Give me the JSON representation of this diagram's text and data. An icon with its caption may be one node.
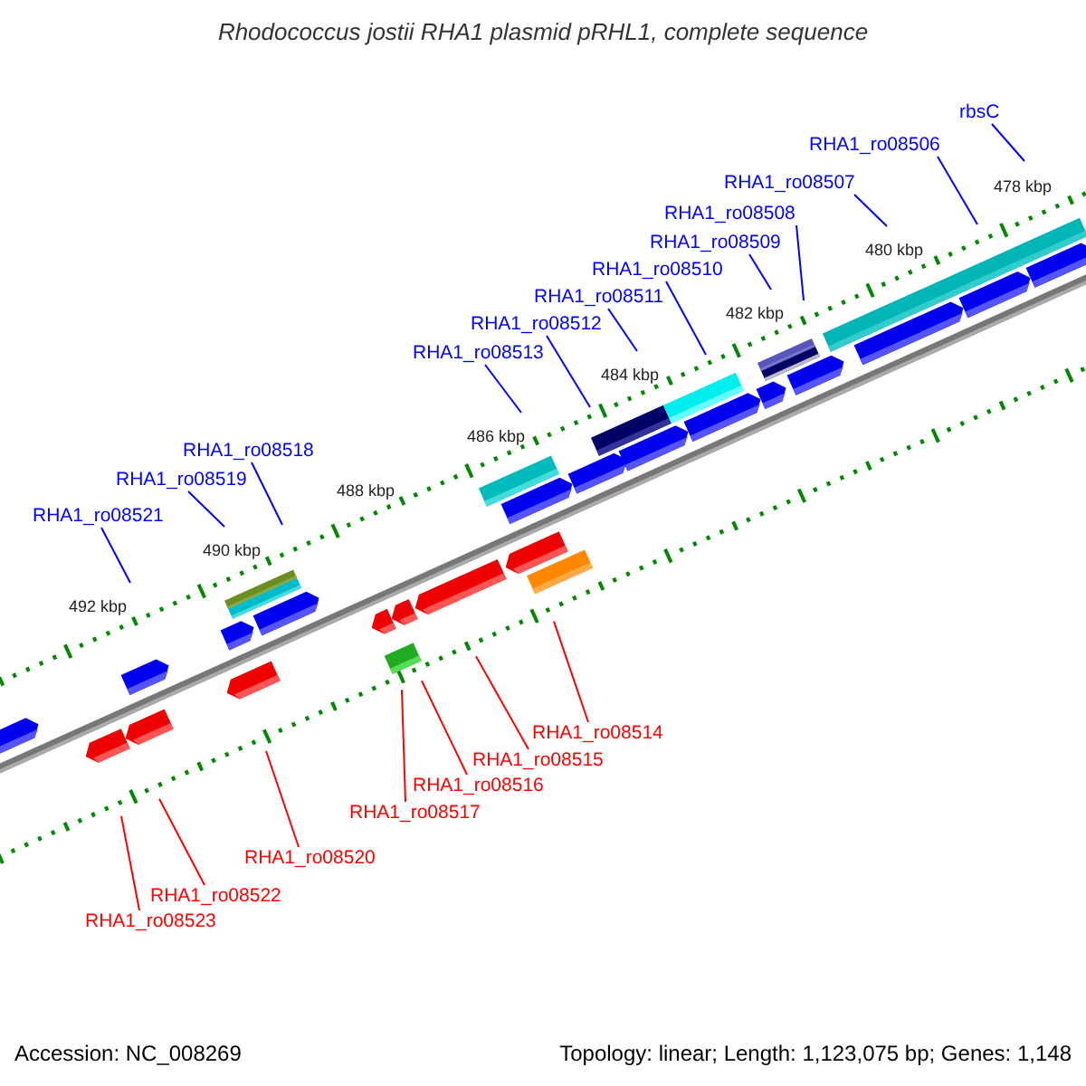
{
  "diagram": {
    "title": "Rhodococcus jostii RHA1 plasmid pRHL1, complete sequence",
    "nodes": [
      {
        "text": [
          "rbsC"
        ]
      },
      {
        "text": [
          "RHA1_ro08506"
        ]
      },
      {
        "text": [
          "RHA1_ro08507"
        ]
      },
      {
        "text": [
          "RHA1_ro08508"
        ]
      },
      {
        "text": [
          "RHA1_ro08509"
        ]
      },
      {
        "text": [
          "RHA1_ro08510"
        ]
      },
      {
        "text": [
          "RHA1_ro08511"
        ]
      },
      {
        "text": [
          "RHA1_ro08512"
        ]
      },
      {
        "text": [
          "RHA1_ro08513"
        ]
      },
      {
        "text": [
          "RHA1_ro08518"
        ]
      },
      {
        "text": [
          "RHA1_ro08519"
        ]
      },
      {
        "text": [
          "RHA1_ro08521"
        ]
      },
      {
        "text": [
          "RHA1_ro08514"
        ]
      },
      {
        "text": [
          "RHA1_ro08515"
        ]
      },
      {
        "text": [
          "RHA1_ro08516"
        ]
      },
      {
        "text": [
          "RHA1_ro08517"
        ]
      },
      {
        "text": [
          "RHA1_ro08520"
        ]
      },
      {
        "text": [
          "RHA1_ro08522"
        ]
      },
      {
        "text": [
          "RHA1_ro08523"
        ]
      }
    ],
    "edges": [
      {
        "from": 0,
        "to": null,
        "arrow": "none"
      },
      {
        "from": 1,
        "to": null,
        "arrow": "none"
      },
      {
        "from": 2,
        "to": null,
        "arrow": "none"
      },
      {
        "from": 3,
        "to": null,
        "arrow": "none"
      },
      {
        "from": 4,
        "to": null,
        "arrow": "none"
      },
      {
        "from": 5,
        "to": null,
        "arrow": "none"
      },
      {
        "from": 6,
        "to": null,
        "arrow": "none"
      },
      {
        "from": 7,
        "to": null,
        "arrow": "none"
      },
      {
        "from": 8,
        "to": null,
        "arrow": "none"
      },
      {
        "from": 9,
        "to": null,
        "arrow": "none"
      },
      {
        "from": 10,
        "to": null,
        "arrow": "none"
      },
      {
        "from": 11,
        "to": null,
        "arrow": "none"
      },
      {
        "from": 12,
        "to": null,
        "arrow": "none",
        "color": "#ff0000"
      },
      {
        "from": 13,
        "to": null,
        "arrow": "none",
        "color": "#ff0000"
      },
      {
        "from": 14,
        "to": null,
        "arrow": "none",
        "color": "#ff0000"
      },
      {
        "from": 15,
        "to": null,
        "arrow": "none",
        "color": "#ff0000"
      },
      {
        "from": 16,
        "to": null,
        "arrow": "none",
        "color": "#ff0000"
      },
      {
        "from": 17,
        "to": null,
        "arrow": "none",
        "color": "#ff0000"
      },
      {
        "from": 18,
        "to": null,
        "arrow": "none",
        "color": "#ff0000"
      }
    ],
    "labels": [
      "478 kbp",
      "480 kbp",
      "482 kbp",
      "484 kbp",
      "486 kbp",
      "488 kbp",
      "490 kbp",
      "492 kbp",
      "Accession: NC_008269",
      "Topology: linear; Length: 1,123,075 bp; Genes: 1,148"
    ]
  }
}
